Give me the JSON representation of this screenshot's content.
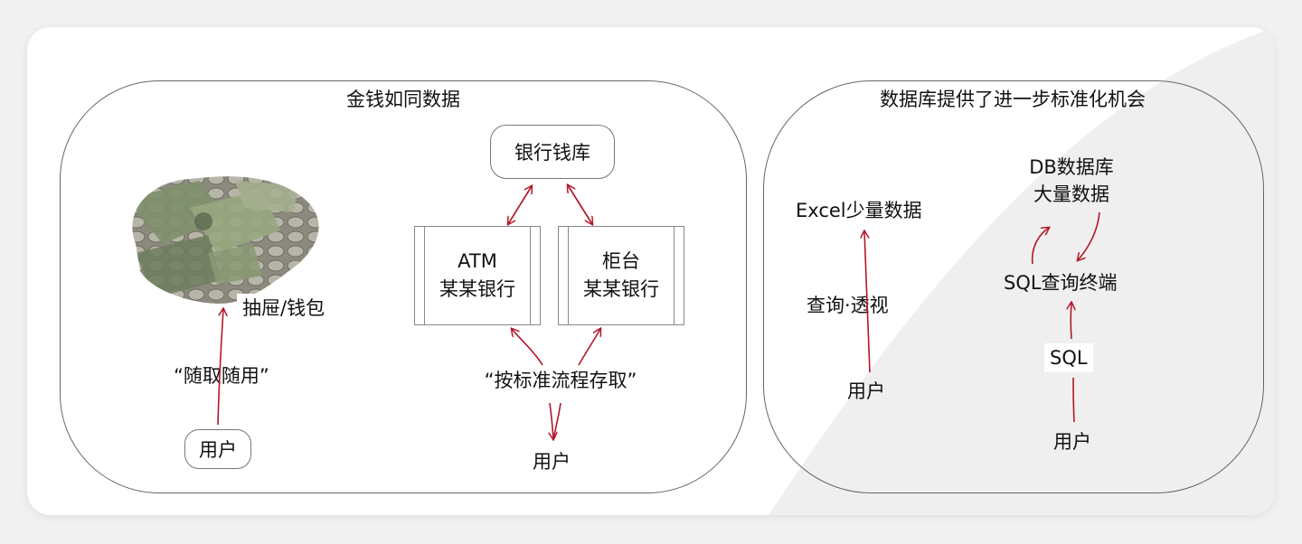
{
  "left_panel": {
    "title": "金钱如同数据",
    "drawer_label": "抽屉/钱包",
    "casual_label": "“随取随用”",
    "user_box": "用户",
    "vault_box": "银行钱库",
    "atm_box": {
      "line1": "ATM",
      "line2": "某某银行"
    },
    "counter_box": {
      "line1": "柜台",
      "line2": "某某银行"
    },
    "standard_label": "“按标准流程存取”",
    "bottom_user": "用户"
  },
  "right_panel": {
    "title": "数据库提供了进一步标准化机会",
    "excel_label": "Excel少量数据",
    "query_label": "查询·透视",
    "left_user": "用户",
    "db_label": {
      "line1": "DB数据库",
      "line2": "大量数据"
    },
    "sql_terminal_label": "SQL查询终端",
    "sql_label": "SQL",
    "right_user": "用户"
  },
  "colors": {
    "arrow": "#b3172b",
    "panel_border": "#666666",
    "shade": "#efefef"
  }
}
